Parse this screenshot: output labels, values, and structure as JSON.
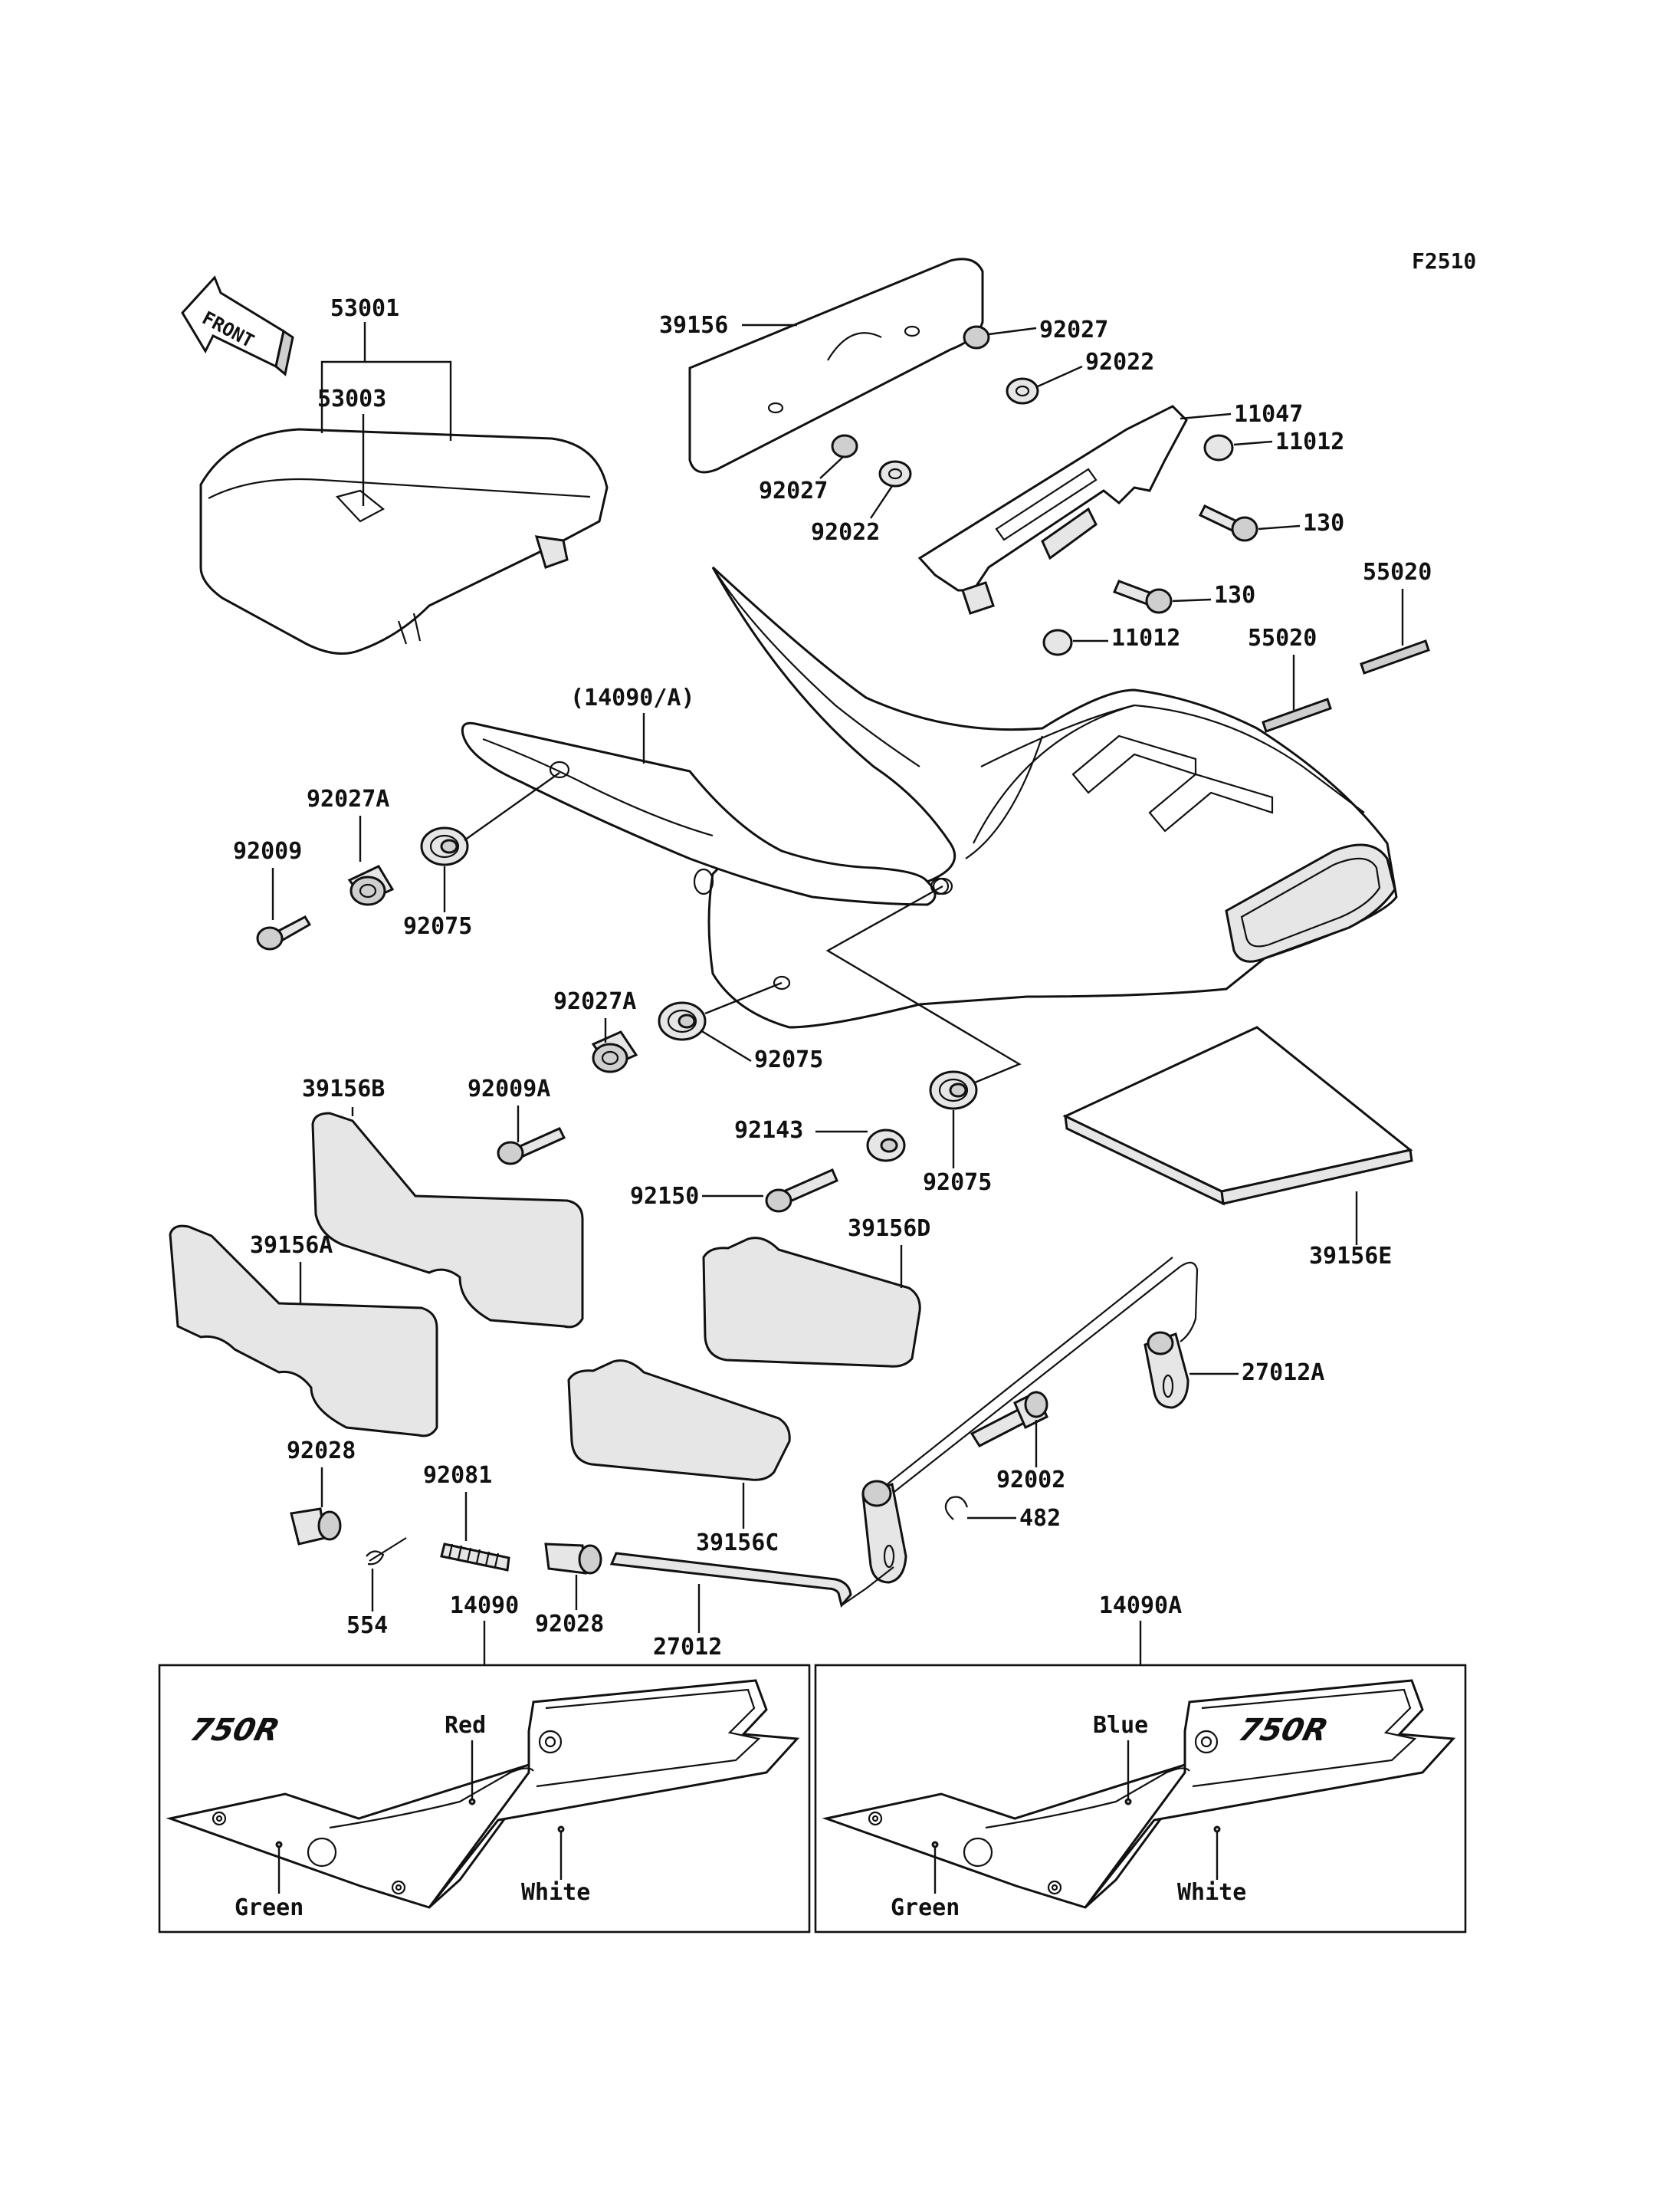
{
  "figure_code": "F2510",
  "front_arrow_text": "FRONT",
  "labels": {
    "p53001": "53001",
    "p53003": "53003",
    "p39156": "39156",
    "p92027_top": "92027",
    "p92022_top": "92022",
    "p11047": "11047",
    "p11012_top": "11012",
    "p130_top": "130",
    "p92027_bot": "92027",
    "p92022_bot": "92022",
    "p130_bot": "130",
    "p11012_bot": "11012",
    "p55020_right": "55020",
    "p55020_left": "55020",
    "p14090A_paren": "(14090/A)",
    "p92027A_left": "92027A",
    "p92009": "92009",
    "p92075_left": "92075",
    "p92027A_mid": "92027A",
    "p92009A": "92009A",
    "p92075_mid": "92075",
    "p39156B": "39156B",
    "p92143": "92143",
    "p92075_right": "92075",
    "p92150": "92150",
    "p39156D": "39156D",
    "p39156E": "39156E",
    "p39156A": "39156A",
    "p27012A": "27012A",
    "p92002": "92002",
    "p39156C": "39156C",
    "p92028_left": "92028",
    "p92081": "92081",
    "p482": "482",
    "p554": "554",
    "p92028_mid": "92028",
    "p27012": "27012",
    "p14090": "14090",
    "p14090A": "14090A"
  },
  "inset_left": {
    "emblem": "750R",
    "stripe_top": "Red",
    "stripe_left": "Green",
    "stripe_right": "White"
  },
  "inset_right": {
    "emblem": "750R",
    "stripe_top": "Blue",
    "stripe_left": "Green",
    "stripe_right": "White"
  }
}
